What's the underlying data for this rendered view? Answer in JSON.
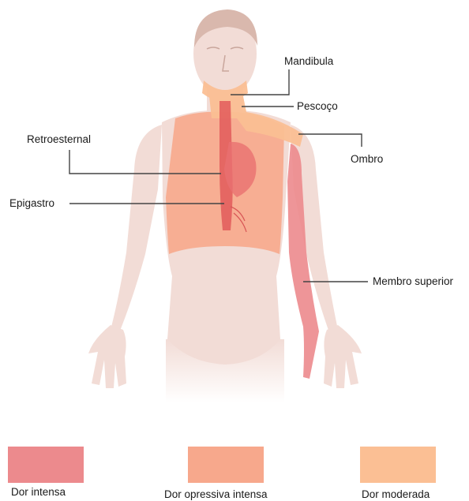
{
  "labels": {
    "mandibula": "Mandibula",
    "pescoco": "Pescoço",
    "retroesternal": "Retroesternal",
    "ombro": "Ombro",
    "epigastro": "Epigastro",
    "membro_superior": "Membro superior"
  },
  "legend": [
    {
      "label": "Dor intensa",
      "color": "#ec8a8d"
    },
    {
      "label": "Dor opressiva intensa",
      "color": "#f7a88c"
    },
    {
      "label": "Dor moderada",
      "color": "#fbbf94"
    }
  ],
  "colors": {
    "skin": "#f2dcd6",
    "skin_shadow": "#e9cbc3",
    "intense": "#ec8a8d",
    "oppressive": "#f7a88c",
    "moderate": "#fbbf94",
    "vessel": "#e25a5a",
    "leader_line": "#444444"
  }
}
